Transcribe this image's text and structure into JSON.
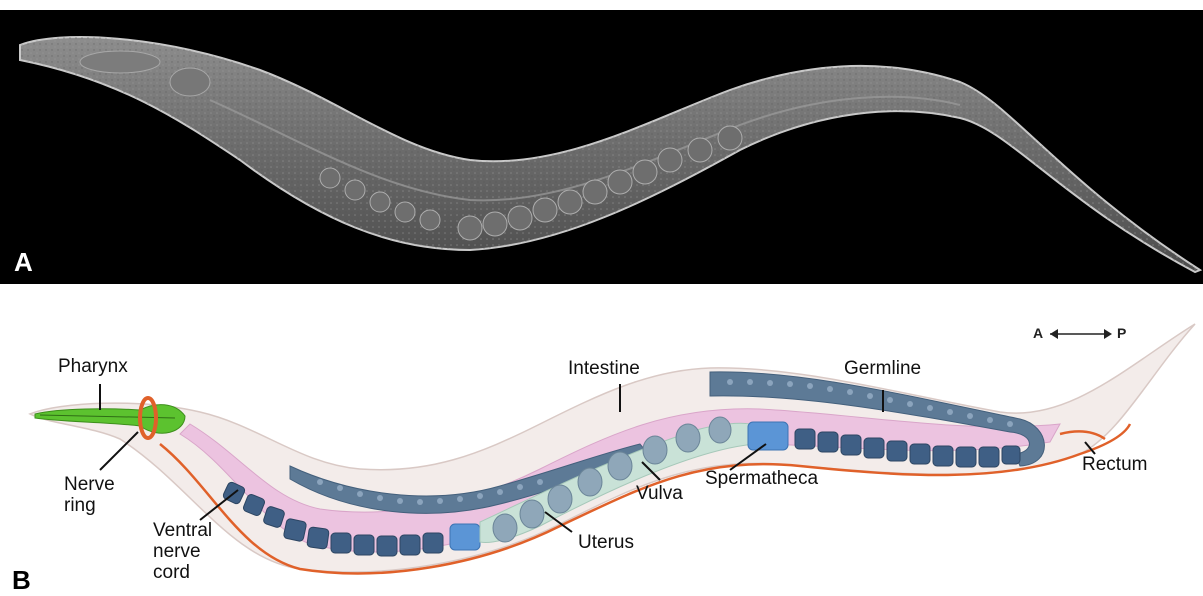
{
  "panel_a": {
    "letter": "A"
  },
  "panel_b": {
    "letter": "B",
    "axis": {
      "anterior": "A",
      "posterior": "P"
    },
    "labels": {
      "pharynx": "Pharynx",
      "nerve_ring_1": "Nerve",
      "nerve_ring_2": "ring",
      "ventral_1": "Ventral",
      "ventral_2": "nerve",
      "ventral_3": "cord",
      "intestine": "Intestine",
      "germline": "Germline",
      "spermatheca": "Spermatheca",
      "vulva": "Vulva",
      "uterus": "Uterus",
      "rectum": "Rectum"
    }
  },
  "colors": {
    "pharynx": "#5cc22f",
    "nerve": "#e0612a",
    "intestine": "#ecc3e0",
    "germline": "#5d7a96",
    "oocyte": "#3f5f85",
    "spermatheca": "#5b95d6",
    "uterus": "#c9e2d7",
    "cuticle": "#f3ecea"
  }
}
